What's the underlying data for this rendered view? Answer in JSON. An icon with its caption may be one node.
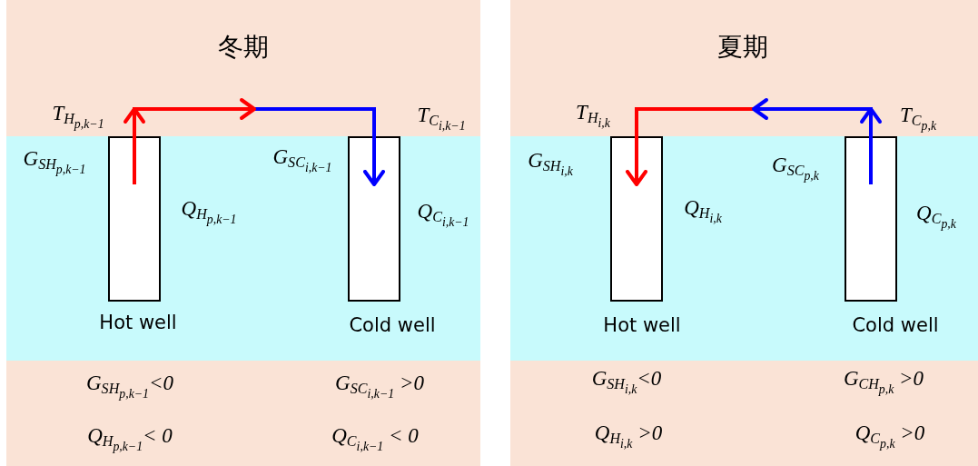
{
  "diagram": {
    "nodes": [
      {
        "text": [
          "冬期"
        ]
      },
      {
        "text": [],
        "shape": "box",
        "in": 0,
        "beside": [
          "T$_{H}$$_{p,k−1}$",
          "G$_{SH}$$_{p,k−1}$",
          "Q$_{H}$$_{p,k−1}$",
          "Hot well"
        ]
      },
      {
        "text": [],
        "shape": "box",
        "in": 0,
        "beside": [
          "T$_{C}$$_{i,k−1}$",
          "G$_{SC}$$_{i,k−1}$",
          "Q$_{C}$$_{i,k−1}$",
          "Cold well"
        ]
      },
      {
        "text": [
          "夏期"
        ]
      },
      {
        "text": [],
        "shape": "box",
        "in": 3,
        "beside": [
          "T$_{H}$$_{i,k}$",
          "G$_{SH}$$_{i,k}$",
          "Q$_{H}$$_{i,k}$",
          "Hot well"
        ]
      },
      {
        "text": [],
        "shape": "box",
        "in": 3,
        "beside": [
          "T$_{C}$$_{p,k}$",
          "G$_{SC}$$_{p,k}$",
          "Q$_{C}$$_{p,k}$",
          "Cold well"
        ]
      }
    ],
    "edges": [
      {
        "from": 1,
        "to": 2,
        "arrow": "to"
      },
      {
        "from": 5,
        "to": 4,
        "arrow": "to"
      }
    ],
    "labels": [
      "G$_{SH}$$_{p,k−1}$<0",
      "G$_{SC}$$_{i,k−1}$ >0",
      "Q$_{H}$$_{p,k−1}$< 0",
      "Q$_{C}$$_{i,k−1}$ < 0",
      "G$_{SH}$$_{i,k}$<0",
      "G$_{CH}$$_{p,k}$ >0",
      "Q$_{H}$$_{i,k}$ >0",
      "Q$_{C}$$_{p,k}$ >0"
    ]
  }
}
